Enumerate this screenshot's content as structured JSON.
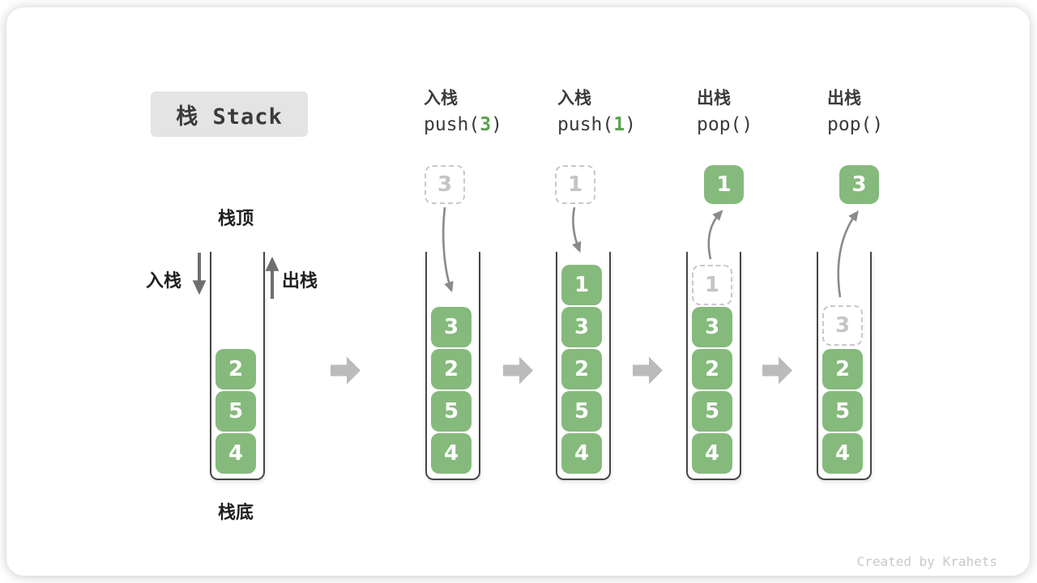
{
  "title": "栈 Stack",
  "watermark": "Created by Krahets",
  "labels": {
    "stack_top": "栈顶",
    "stack_bottom": "栈底",
    "push_side": "入栈",
    "pop_side": "出栈"
  },
  "operations": [
    {
      "name": "入栈",
      "call_pre": "push(",
      "arg": "3",
      "call_post": ")"
    },
    {
      "name": "入栈",
      "call_pre": "push(",
      "arg": "1",
      "call_post": ")"
    },
    {
      "name": "出栈",
      "call_pre": "pop(",
      "arg": "",
      "call_post": ")"
    },
    {
      "name": "出栈",
      "call_pre": "pop(",
      "arg": "",
      "call_post": ")"
    }
  ],
  "stacks": [
    {
      "blocks": [
        "2",
        "5",
        "4"
      ]
    },
    {
      "floating": "3",
      "blocks": [
        "3",
        "2",
        "5",
        "4"
      ]
    },
    {
      "floating": "1",
      "blocks": [
        "1",
        "3",
        "2",
        "5",
        "4"
      ]
    },
    {
      "floating": "1",
      "ghost": "1",
      "blocks": [
        "3",
        "2",
        "5",
        "4"
      ]
    },
    {
      "floating": "3",
      "ghost": "3",
      "blocks": [
        "2",
        "5",
        "4"
      ]
    }
  ],
  "colors": {
    "block_green": "#85ba7c",
    "arg_green": "#57a24b",
    "title_bg": "#e4e4e4",
    "dark_text": "#3b3b3b",
    "container_line": "#474747",
    "dashed_gray": "#c8c8c8",
    "curve_arrow_gray": "#8a8a8a",
    "straight_arrow_gray": "#6f6f6f",
    "block_arrow_gray": "#bbbbbb",
    "watermark_gray": "#c9c9c9"
  }
}
